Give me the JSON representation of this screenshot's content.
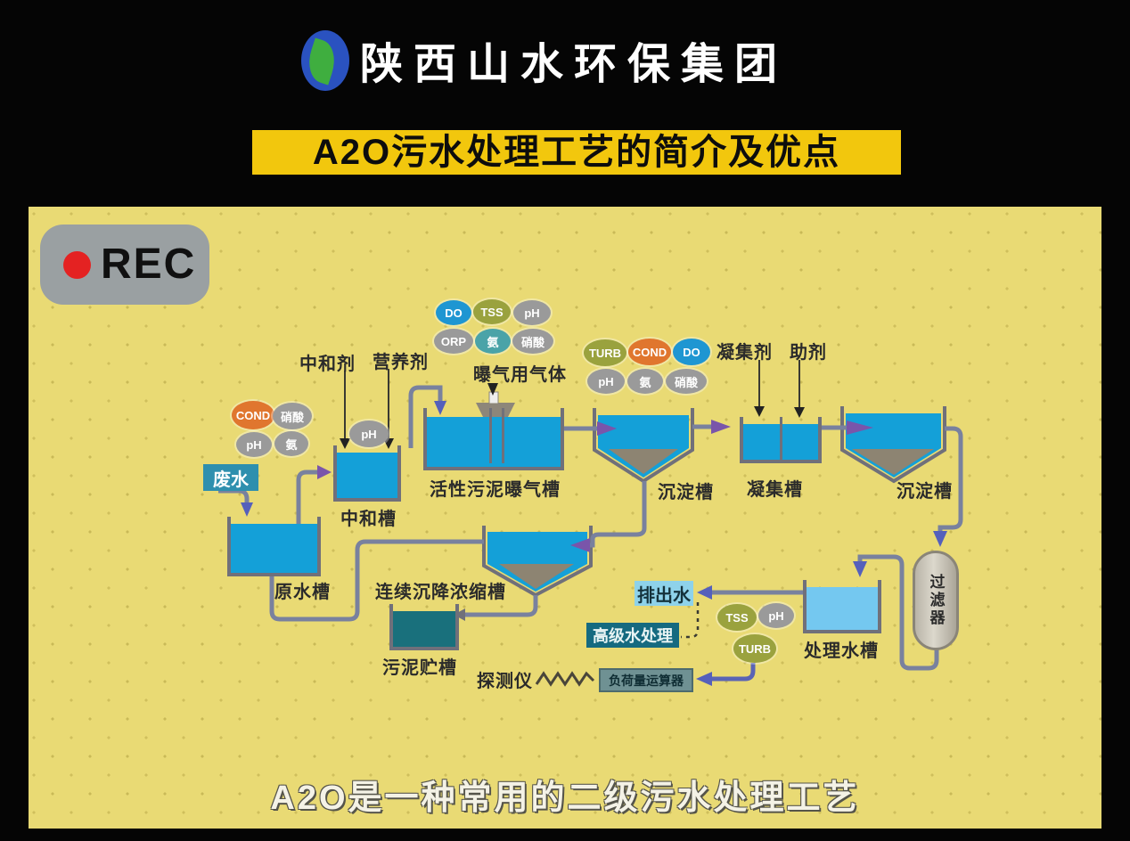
{
  "header": {
    "company": "陕西山水环保集团",
    "banner": "A2O污水处理工艺的简介及优点"
  },
  "rec_label": "REC",
  "caption": "A2O是一种常用的二级污水处理工艺",
  "diagram": {
    "dosing_labels": {
      "neutralizer": "中和剂",
      "nutrient": "营养剂",
      "aeration_gas": "曝气用气体",
      "coagulant": "凝集剂",
      "aux": "助剂"
    },
    "stream_labels": {
      "wastewater": "废水",
      "discharge": "排出水",
      "advanced_treatment": "高级水处理",
      "detector": "探测仪",
      "load_calculator": "负荷量运算器"
    },
    "tanks": {
      "raw": "原水槽",
      "neutralization": "中和槽",
      "aeration": "活性污泥曝气槽",
      "sedimentation1": "沉淀槽",
      "coagulation": "凝集槽",
      "sedimentation2": "沉淀槽",
      "filter": "过滤器",
      "treated": "处理水槽",
      "thickener": "连续沉降浓缩槽",
      "sludge": "污泥贮槽"
    },
    "sensors": {
      "aeration_cluster": [
        "DO",
        "TSS",
        "pH",
        "ORP",
        "氨",
        "硝酸"
      ],
      "raw_cluster": [
        "COND",
        "硝酸",
        "pH",
        "氨"
      ],
      "neutralization_ph": "pH",
      "treated_cluster": [
        "TSS",
        "pH",
        "TURB"
      ]
    }
  },
  "colors": {
    "panel_bg": "#e9da74",
    "banner_bg": "#f2c70d",
    "tank_water": "#14a0d8",
    "treated_water": "#74c8f0",
    "sludge_water": "#19707c",
    "sediment": "#8d8472",
    "pipe": "#79819e",
    "arrow_purple": "#7a55aa",
    "arrow_indigo": "#5560bb",
    "rec_red": "#e42222",
    "sensor_blue": "#1e96d2",
    "sensor_olive": "#9aa23e",
    "sensor_gray": "#9a9a9a",
    "sensor_orange": "#e0762e",
    "sensor_teal": "#4aa3a8"
  }
}
